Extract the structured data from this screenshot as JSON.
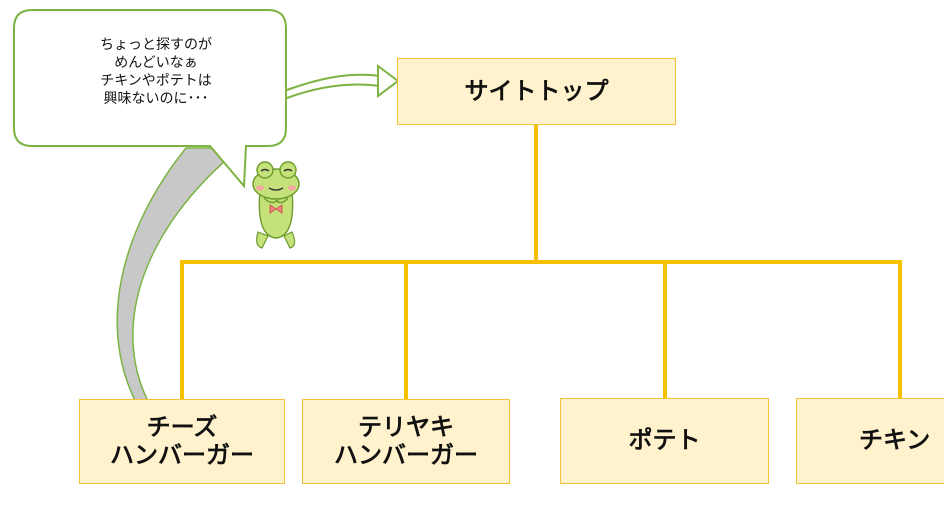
{
  "bubble": {
    "text": "ちょっと探すのが\nめんどいなぁ\nチキンやポテトは\n興味ないのに･･･"
  },
  "tree": {
    "root": "サイトトップ",
    "children": [
      "チーズ\nハンバーガー",
      "テリヤキ\nハンバーガー",
      "ポテト",
      "チキン"
    ]
  },
  "colors": {
    "node_fill": "#fff2cc",
    "node_border": "#f2c33a",
    "connector": "#f5c000",
    "bubble_border": "#7cb342",
    "frog_body": "#c5e17a"
  },
  "icons": [
    "frog-character-icon",
    "arrow-icon"
  ]
}
